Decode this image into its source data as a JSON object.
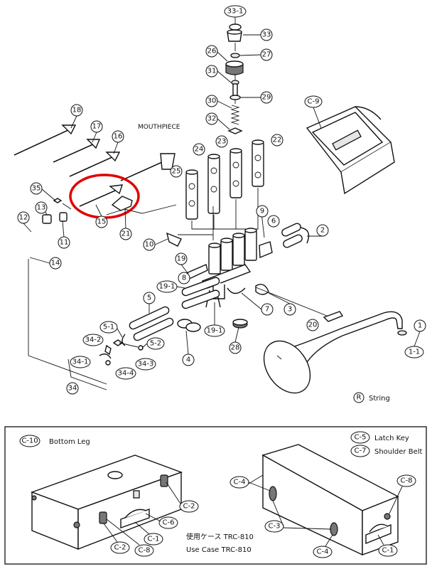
{
  "labels": {
    "mouthpiece": "MOUTHPIECE",
    "string": "String",
    "r_mark": "R",
    "bottom_leg": "Bottom Leg",
    "latch_key": "Latch Key",
    "shoulder_belt": "Shoulder Belt",
    "case_jp": "使用ケース  TRC-810",
    "case_en": "Use Case  TRC-810"
  },
  "callouts": {
    "n33_1": "33-1",
    "n33": "33",
    "n26": "26",
    "n27": "27",
    "n31": "31",
    "n29": "29",
    "n30": "30",
    "n32": "32",
    "n23": "23",
    "n22": "22",
    "n24": "24",
    "n25": "25",
    "n18": "18",
    "n17": "17",
    "n16": "16",
    "n35": "35",
    "n12": "12",
    "n13": "13",
    "n11": "11",
    "n14": "14",
    "n15": "15",
    "n21": "21",
    "n9": "9",
    "n6": "6",
    "n2": "2",
    "n10": "10",
    "n19": "19",
    "n8": "8",
    "n19_1a": "19-1",
    "n5": "5",
    "n7": "7",
    "n3": "3",
    "n19_1b": "19-1",
    "n28": "28",
    "n20": "20",
    "n1": "1",
    "n1_1": "1-1",
    "n4": "4",
    "n5_1": "5-1",
    "n5_2": "5-2",
    "n34_2": "34-2",
    "n34_1": "34-1",
    "n34_4": "34-4",
    "n34_3": "34-3",
    "n34": "34",
    "nC9": "C-9",
    "nC10": "C-10",
    "nC5": "C-5",
    "nC7": "C-7",
    "nC2a": "C-2",
    "nC6": "C-6",
    "nC1a": "C-1",
    "nC2b": "C-2",
    "nC8a": "C-8",
    "nC4a": "C-4",
    "nC8b": "C-8",
    "nC3": "C-3",
    "nC4b": "C-4",
    "nC1b": "C-1"
  },
  "colors": {
    "highlight": "#e00000",
    "line": "#111111"
  }
}
